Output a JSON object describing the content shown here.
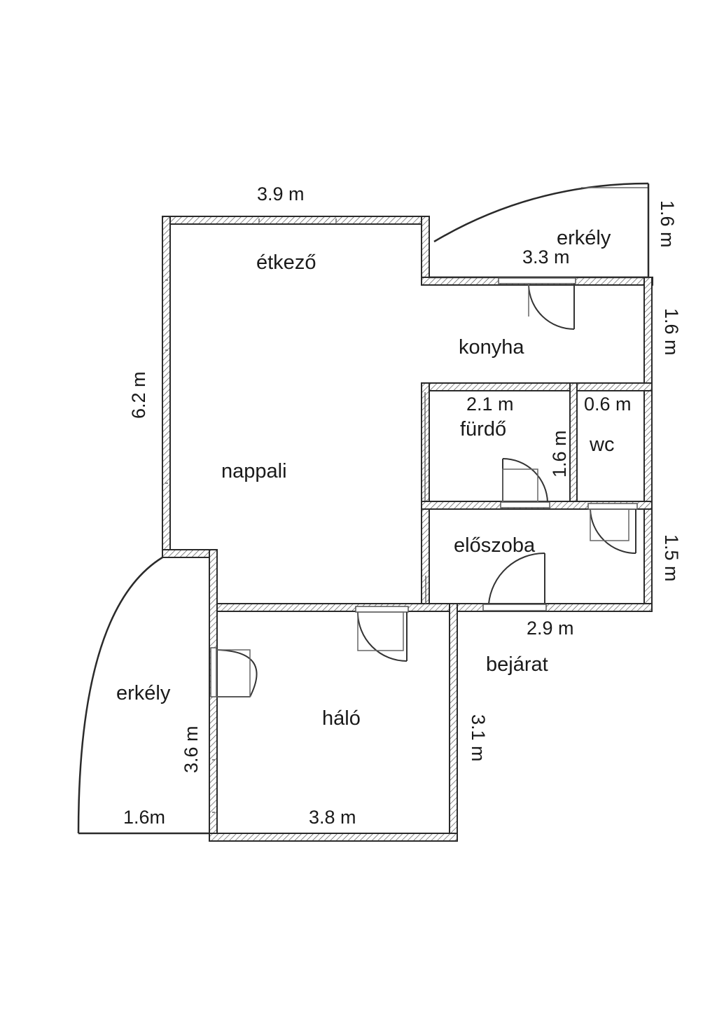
{
  "rooms": {
    "etkezo": "étkező",
    "konyha": "konyha",
    "nappali": "nappali",
    "furdo": "fürdő",
    "wc": "wc",
    "eloszoba": "előszoba",
    "halo": "háló",
    "erkely_top": "erkély",
    "erkely_left": "erkély",
    "bejarat": "bejárat"
  },
  "dimensions": {
    "top_width": "3.9 m",
    "left_height": "6.2 m",
    "balcony_top_height": "1.6 m",
    "balcony_top_width": "3.3  m",
    "kitchen_height": "1.6 m",
    "bath_width": "2.1 m",
    "bath_height": "1.6 m",
    "wc_width": "0.6 m",
    "hall_height": "1.5 m",
    "hall_width": "2.9 m",
    "bedroom_height": "3.1 m",
    "bedroom_width": "3.8 m",
    "balcony_left_height": "3.6 m",
    "balcony_left_width": "1.6m"
  }
}
